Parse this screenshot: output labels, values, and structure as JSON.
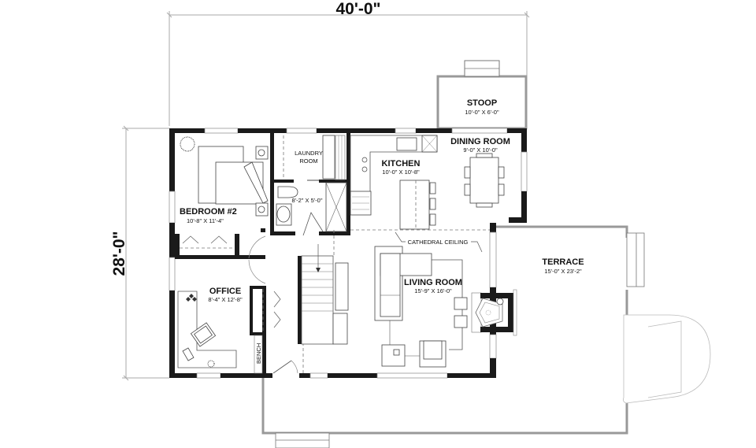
{
  "plan": {
    "overall_width": "40'-0\"",
    "overall_depth": "28'-0\"",
    "colors": {
      "wall": "#1a1a1a",
      "line": "#555555",
      "exterior_deck": "#999999",
      "dimension": "#aaaaaa",
      "background": "#ffffff"
    }
  },
  "rooms": {
    "stoop": {
      "name": "STOOP",
      "size": "10'-0\" X 6'-0\""
    },
    "dining": {
      "name": "DINING ROOM",
      "size": "9'-0\" X 10'-0\""
    },
    "kitchen": {
      "name": "KITCHEN",
      "size": "10'-0\" X 10'-8\""
    },
    "laundry": {
      "name_line1": "LAUNDRY",
      "name_line2": "ROOM"
    },
    "bath": {
      "size": "8'-2\" X 5'-0\""
    },
    "bedroom2": {
      "name": "BEDROOM #2",
      "size": "10'-8\" X 11'-4\""
    },
    "office": {
      "name": "OFFICE",
      "size": "8'-4\" X 12'-8\""
    },
    "living": {
      "name": "LIVING ROOM",
      "size": "15'-9\" X 16'-0\""
    },
    "terrace": {
      "name": "TERRACE",
      "size": "15'-0\" X 23'-2\""
    }
  },
  "annotations": {
    "cathedral_ceiling": "CATHEDRAL CEILING",
    "bench": "BENCH"
  }
}
